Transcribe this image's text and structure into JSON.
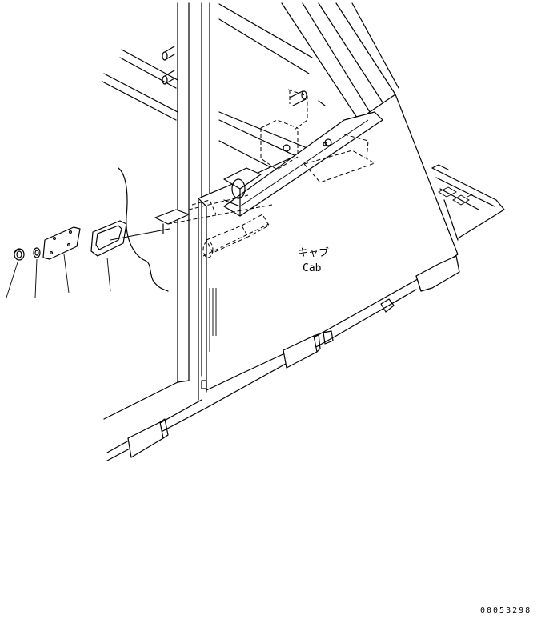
{
  "labels": {
    "cab_jp": "キャブ",
    "cab_en": "Cab",
    "drawing_code": "00053298"
  },
  "colors": {
    "line": "#000000",
    "background": "#ffffff"
  }
}
